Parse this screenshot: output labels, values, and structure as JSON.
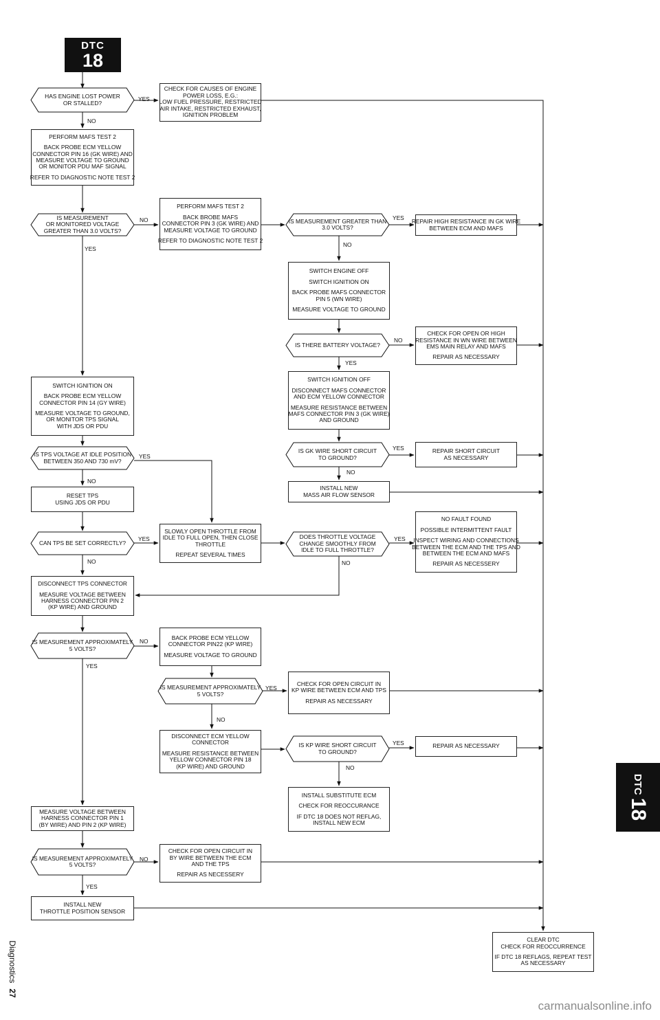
{
  "badge": {
    "code": "DTC",
    "number": "18"
  },
  "side_tab": {
    "code": "DTC",
    "number": "18"
  },
  "footer": {
    "section": "Diagnostics",
    "page": "27"
  },
  "watermark": "carmanualsonline.info",
  "labels": {
    "yes": "YES",
    "no": "NO"
  },
  "nodes": {
    "q_lost_power": [
      "HAS ENGINE LOST POWER",
      "OR STALLED?"
    ],
    "b_causes": [
      "CHECK FOR CAUSES OF ENGINE",
      "POWER LOSS, E.G.:",
      "LOW FUEL PRESSURE, RESTRICTED",
      "AIR INTAKE, RESTRICTED EXHAUST,",
      "IGNITION PROBLEM"
    ],
    "b_mafs_test_a": [
      "PERFORM MAFS TEST 2",
      "",
      "BACK PROBE ECM YELLOW",
      "CONNECTOR PIN 16 (GK WIRE) AND",
      "MEASURE VOLTAGE TO GROUND",
      "OR MONITOR PDU MAF SIGNAL",
      "",
      "REFER TO DIAGNOSTIC NOTE TEST 2"
    ],
    "q_meas_3v": [
      "IS MEASUREMENT",
      "OR MONITORED VOLTAGE",
      "GREATER THAN 3.0 VOLTS?"
    ],
    "b_mafs_test_b": [
      "PERFORM MAFS TEST 2",
      "",
      "BACK BROBE MAFS",
      "CONNECTOR PIN 3 (GK WIRE) AND",
      "MEASURE VOLTAGE TO GROUND",
      "",
      "REFER TO DIAGNOSTIC NOTE TEST 2"
    ],
    "q_meas_3v_b": [
      "IS MEASUREMENT GREATER THAN",
      "3.0 VOLTS?"
    ],
    "b_repair_gk": [
      "REPAIR HIGH RESISTANCE IN GK WIRE",
      "BETWEEN ECM AND MAFS"
    ],
    "b_switch_off": [
      "SWITCH ENGINE OFF",
      "",
      "SWITCH IGNITION ON",
      "",
      "BACK PROBE MAFS CONNECTOR",
      "PIN 5 (WN WIRE)",
      "",
      "MEASURE VOLTAGE TO GROUND"
    ],
    "q_battery": [
      "IS THERE BATTERY VOLTAGE?"
    ],
    "b_check_open_wn": [
      "CHECK FOR OPEN OR HIGH",
      "RESISTANCE IN WN WIRE BETWEEN",
      "EMS MAIN RELAY AND MAFS",
      "",
      "REPAIR AS NECESSARY"
    ],
    "b_disconnect_mafs": [
      "SWITCH IGNITION OFF",
      "",
      "DISCONNECT MAFS CONNECTOR",
      "AND ECM YELLOW CONNECTOR",
      "",
      "MEASURE RESISTANCE BETWEEN",
      "MAFS CONNECTOR PIN 3 (GK WIRE)",
      "AND GROUND"
    ],
    "b_switch_on_tps": [
      "SWITCH IGNITION ON",
      "",
      "BACK PROBE ECM YELLOW",
      "CONNECTOR PIN 14 (GY WIRE)",
      "",
      "MEASURE VOLTAGE TO GROUND,",
      "OR MONITOR TPS SIGNAL",
      "WITH JDS OR PDU"
    ],
    "q_gk_short": [
      "IS GK WIRE SHORT CIRCUIT",
      "TO GROUND?"
    ],
    "b_repair_short": [
      "REPAIR SHORT CIRCUIT",
      "AS NECESSARY"
    ],
    "q_tps_idle": [
      "IS TPS VOLTAGE AT IDLE POSITION",
      "BETWEEN 350 AND 730 mV?"
    ],
    "b_install_mafs": [
      "INSTALL NEW",
      "MASS AIR FLOW SENSOR"
    ],
    "b_reset_tps": [
      "RESET TPS",
      "USING JDS OR PDU"
    ],
    "b_no_fault": [
      "NO FAULT FOUND",
      "",
      "POSSIBLE INTERMITTENT FAULT",
      "",
      "INSPECT WIRING AND CONNECTIONS",
      "BETWEEN THE ECM AND THE TPS AND",
      "BETWEEN THE ECM AND MAFS",
      "",
      "REPAIR AS NECESSERY"
    ],
    "q_tps_set": [
      "CAN TPS BE SET CORRECTLY?"
    ],
    "b_open_throttle": [
      "SLOWLY OPEN THROTTLE FROM",
      "IDLE TO FULL OPEN, THEN CLOSE",
      "THROTTLE",
      "",
      "REPEAT SEVERAL TIMES"
    ],
    "q_throttle_smooth": [
      "DOES THROTTLE VOLTAGE",
      "CHANGE SMOOTHLY FROM",
      "IDLE TO FULL THROTTLE?"
    ],
    "b_disconnect_tps": [
      "DISCONNECT TPS CONNECTOR",
      "",
      "MEASURE VOLTAGE BETWEEN",
      "HARNESS CONNECTOR PIN 2",
      "(KP WIRE) AND GROUND"
    ],
    "q_5v_a": [
      "IS MEASUREMENT APPROXIMATELY",
      "5 VOLTS?"
    ],
    "b_probe_pin22": [
      "BACK PROBE ECM YELLOW",
      "CONNECTOR PIN22 (KP WIRE)",
      "",
      "MEASURE VOLTAGE TO GROUND"
    ],
    "q_5v_b": [
      "IS MEASUREMENT APPROXIMATELY",
      "5 VOLTS?"
    ],
    "b_check_open_kp": [
      "CHECK FOR OPEN CIRCUIT IN",
      "KP WIRE BETWEEN ECM AND TPS",
      "",
      "REPAIR AS NECESSARY"
    ],
    "b_disconnect_ecm": [
      "DISCONNECT ECM YELLOW",
      "CONNECTOR",
      "",
      "MEASURE RESISTANCE BETWEEN",
      "YELLOW CONNECTOR PIN 18",
      "(KP WIRE) AND GROUND"
    ],
    "q_kp_short": [
      "IS KP WIRE SHORT CIRCUIT",
      "TO GROUND?"
    ],
    "b_repair_necessary": [
      "REPAIR AS NECESSARY"
    ],
    "b_install_ecm": [
      "INSTALL SUBSTITUTE ECM",
      "",
      "CHECK FOR REOCCURANCE",
      "",
      "IF DTC 18 DOES NOT REFLAG,",
      "INSTALL NEW ECM"
    ],
    "b_measure_pin1_2": [
      "MEASURE VOLTAGE BETWEEN",
      "HARNESS CONNECTOR PIN 1",
      "(BY WIRE) AND PIN 2 (KP WIRE)"
    ],
    "q_5v_c": [
      "IS MEASUREMENT APPROXIMATELY",
      "5 VOLTS?"
    ],
    "b_check_open_by": [
      "CHECK FOR OPEN CIRCUIT IN",
      "BY WIRE BETWEEN THE ECM",
      "AND THE TPS",
      "",
      "REPAIR AS NECESSERY"
    ],
    "b_install_tps": [
      "INSTALL NEW",
      "THROTTLE POSITION SENSOR"
    ],
    "b_clear_dtc": [
      "CLEAR DTC",
      "CHECK FOR REOCCURRENCE",
      "",
      "IF DTC 18 REFLAGS, REPEAT TEST",
      "AS NECESSARY"
    ]
  }
}
